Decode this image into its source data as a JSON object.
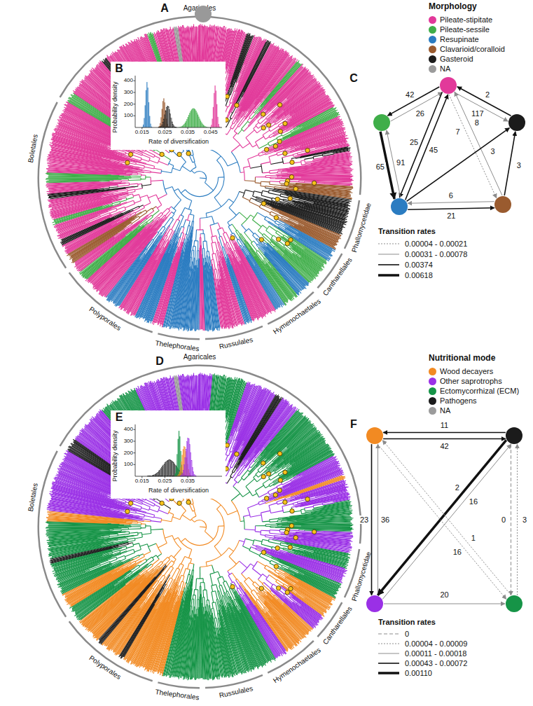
{
  "diagram": {
    "nodes": [
      {
        "text": []
      },
      {
        "text": []
      },
      {
        "text": []
      },
      {
        "text": []
      },
      {
        "text": []
      },
      {
        "text": []
      },
      {
        "text": []
      },
      {
        "text": []
      },
      {
        "text": []
      },
      {
        "text": []
      }
    ],
    "edges": [
      {
        "from": 0,
        "to": 1,
        "arrow": "to",
        "label": "42"
      },
      {
        "from": 1,
        "to": 0,
        "arrow": "to",
        "label": "26"
      },
      {
        "from": 2,
        "to": 0,
        "arrow": "to",
        "label": "2"
      },
      {
        "from": 0,
        "to": 2,
        "arrow": "to",
        "label": "117"
      },
      {
        "from": 0,
        "to": 3,
        "arrow": "to",
        "label": "25"
      },
      {
        "from": 3,
        "to": 0,
        "arrow": "to",
        "label": "45"
      },
      {
        "from": 0,
        "to": 4,
        "arrow": "to",
        "label": "7"
      },
      {
        "from": 4,
        "to": 0,
        "arrow": "to",
        "label": "8"
      },
      {
        "from": 1,
        "to": 3,
        "arrow": "to",
        "label": "65"
      },
      {
        "from": 3,
        "to": 1,
        "arrow": "to",
        "label": "91"
      },
      {
        "from": 3,
        "to": 2,
        "arrow": "to",
        "label": "3"
      },
      {
        "from": 4,
        "to": 2,
        "arrow": "to",
        "label": "3"
      },
      {
        "from": 4,
        "to": 3,
        "arrow": "to",
        "label": "6"
      },
      {
        "from": 3,
        "to": 4,
        "arrow": "to",
        "label": "21"
      },
      {
        "from": 6,
        "to": 5,
        "arrow": "to",
        "label": "11"
      },
      {
        "from": 5,
        "to": 6,
        "arrow": "to",
        "label": "42"
      },
      {
        "from": 5,
        "to": 7,
        "arrow": "to",
        "label": "23"
      },
      {
        "from": 7,
        "to": 5,
        "arrow": "to",
        "label": "36"
      },
      {
        "from": 6,
        "to": 7,
        "arrow": "to",
        "label": "2"
      },
      {
        "from": 7,
        "to": 6,
        "arrow": "to",
        "label": "16"
      },
      {
        "from": 5,
        "to": 8,
        "arrow": "to",
        "label": "16"
      },
      {
        "from": 8,
        "to": 5,
        "arrow": "to",
        "label": "1"
      },
      {
        "from": 6,
        "to": 8,
        "arrow": "to",
        "label": "0"
      },
      {
        "from": 8,
        "to": 6,
        "arrow": "to",
        "label": "3"
      },
      {
        "from": 7,
        "to": 8,
        "arrow": "to",
        "label": "20"
      }
    ],
    "labels": [
      "A",
      "Agaricales",
      "Phallomycetidae",
      "Cantharellales",
      "Hymenochaetales",
      "Russulales",
      "Thelephorales",
      "Polyporales",
      "Boletales",
      "B",
      "Probability density",
      "100",
      "200",
      "300",
      "400",
      "0.015",
      "0.025",
      "0.035",
      "0.045",
      "Rate of diversification",
      "Morphology",
      "C",
      "Transition rates",
      "D",
      "Agaricales",
      "Phallomycetidae",
      "Cantharellales",
      "Hymenochaetales",
      "Russulales",
      "Thelephorales",
      "Polyporales",
      "Boletales",
      "E",
      "Probability density",
      "100",
      "200",
      "300",
      "400",
      "0.015",
      "0.025",
      "0.035",
      "Rate of diversification",
      "Nutritional mode",
      "F",
      "Transition rates"
    ],
    "legend": [
      {
        "text": "Pileate-stipitate",
        "color": "#e2399a"
      },
      {
        "text": "Pileate-sessile",
        "color": "#3fae49"
      },
      {
        "text": "Resupinate",
        "color": "#2b7cc1"
      },
      {
        "text": "Clavarioid/coralloid",
        "color": "#9a5b2f"
      },
      {
        "text": "Gasteroid",
        "color": "#1b1b1b"
      },
      {
        "text": "NA",
        "color": "#9b9b9b"
      },
      {
        "text": "0.00004 - 0.00021"
      },
      {
        "text": "0.00031 - 0.00078"
      },
      {
        "text": "0.00374"
      },
      {
        "text": "0.00618"
      },
      {
        "text": "Wood decayers",
        "color": "#f28a22"
      },
      {
        "text": "Other saprotrophs",
        "color": "#9a30e6"
      },
      {
        "text": "Ectomycorrhizal (ECM)",
        "color": "#169447"
      },
      {
        "text": "Pathogens",
        "color": "#1b1b1b"
      },
      {
        "text": "NA",
        "color": "#9b9b9b"
      },
      {
        "text": "0"
      },
      {
        "text": "0.00004 - 0.00009"
      },
      {
        "text": "0.00011 - 0.00018"
      },
      {
        "text": "0.00043 - 0.00072"
      },
      {
        "text": "0.00110"
      }
    ]
  }
}
